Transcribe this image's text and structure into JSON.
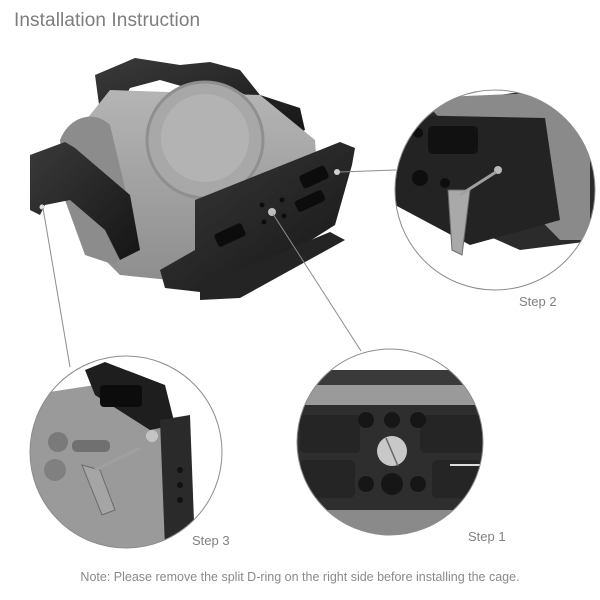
{
  "header": {
    "title": "Installation Instruction"
  },
  "main_image": {
    "description": "Camera cage mounted on camera body (main product view)"
  },
  "steps": [
    {
      "label": "Step 1",
      "description": "Close-up of bottom plate: loosen the captive screw with a flathead"
    },
    {
      "label": "Step 2",
      "description": "Close-up of right side: use hex key on D-ring screw"
    },
    {
      "label": "Step 3",
      "description": "Close-up of left side: tighten screw with hex key"
    }
  ],
  "footer": {
    "note": "Note: Please remove the split D-ring on the right side before installing the cage."
  },
  "colors": {
    "background": "#ffffff",
    "text": "#7d7d7d",
    "cage": "#1e1e1e",
    "camera": "#9a9a9a",
    "callout_line": "#8c8c8c"
  }
}
